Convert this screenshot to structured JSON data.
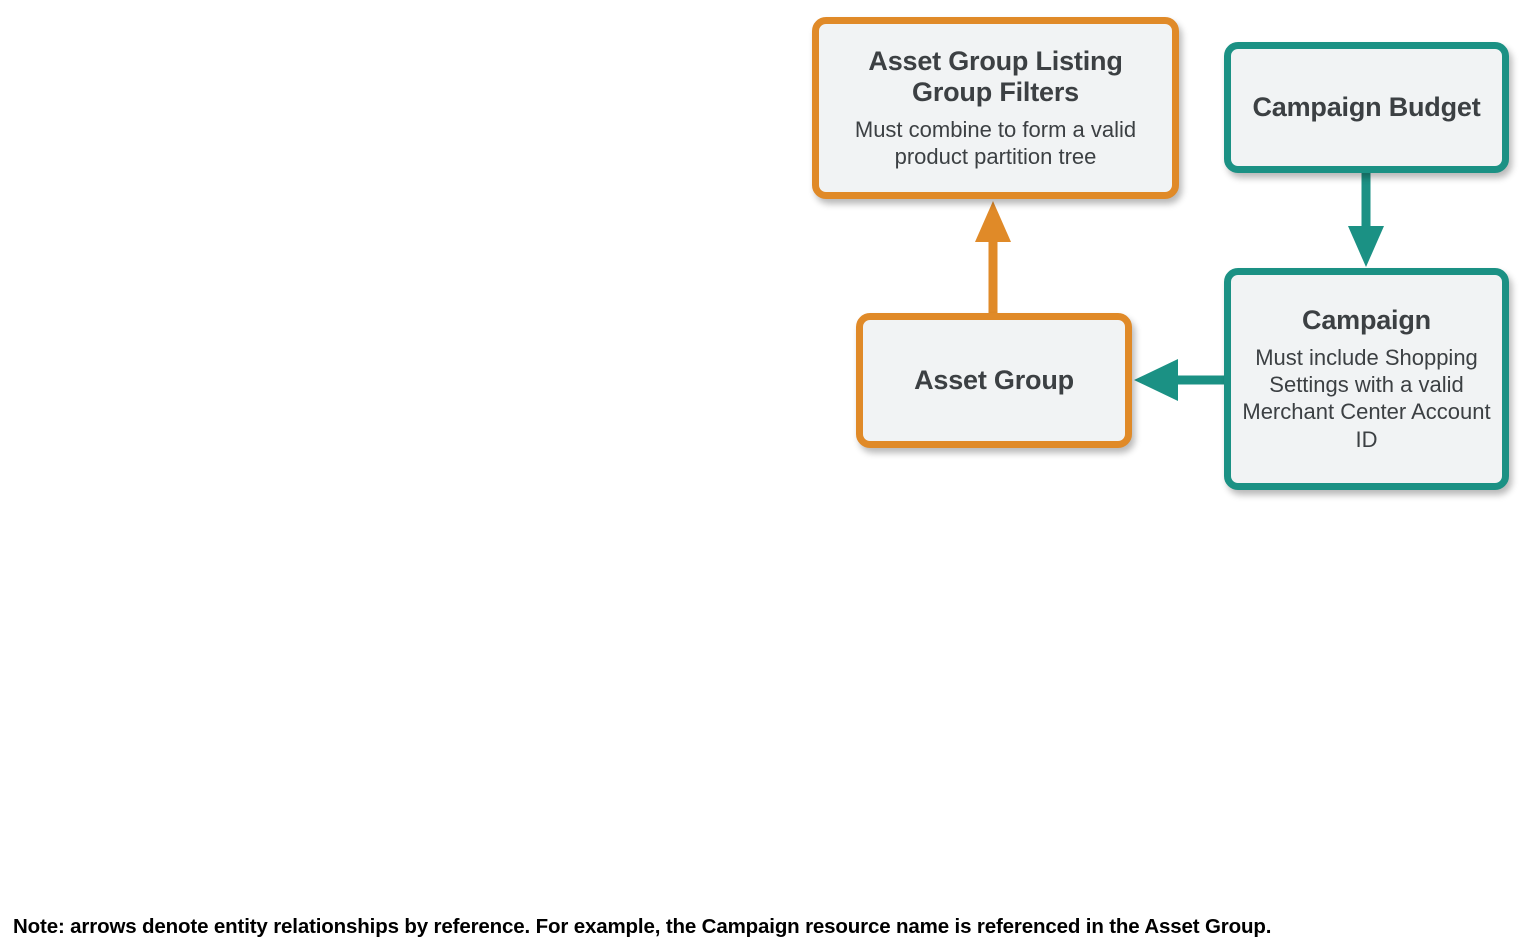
{
  "diagram": {
    "colors": {
      "orange": "#E08A28",
      "teal": "#1B9184",
      "node_fill": "#F1F3F4",
      "text": "#3C4043",
      "background": "#FFFFFF",
      "note_text": "#000000"
    },
    "nodes": [
      {
        "id": "asset-group-listing-group-filters",
        "title": "Asset Group Listing Group Filters",
        "subtitle": "Must combine to form a valid product partition tree",
        "accent": "orange"
      },
      {
        "id": "asset-group",
        "title": "Asset Group",
        "subtitle": "",
        "accent": "orange"
      },
      {
        "id": "campaign-budget",
        "title": "Campaign Budget",
        "subtitle": "",
        "accent": "teal"
      },
      {
        "id": "campaign",
        "title": "Campaign",
        "subtitle": "Must include Shopping Settings with a valid Merchant Center Account ID",
        "accent": "teal"
      }
    ],
    "edges": [
      {
        "id": "asset-group-to-listing-group-filters",
        "from": "asset-group",
        "to": "asset-group-listing-group-filters",
        "direction": "up",
        "color": "orange"
      },
      {
        "id": "campaign-budget-to-campaign",
        "from": "campaign-budget",
        "to": "campaign",
        "direction": "down",
        "color": "teal"
      },
      {
        "id": "campaign-to-asset-group",
        "from": "campaign",
        "to": "asset-group",
        "direction": "left",
        "color": "teal"
      }
    ],
    "note": "Note: arrows denote entity relationships by reference. For example, the Campaign resource name is referenced in the Asset Group."
  }
}
